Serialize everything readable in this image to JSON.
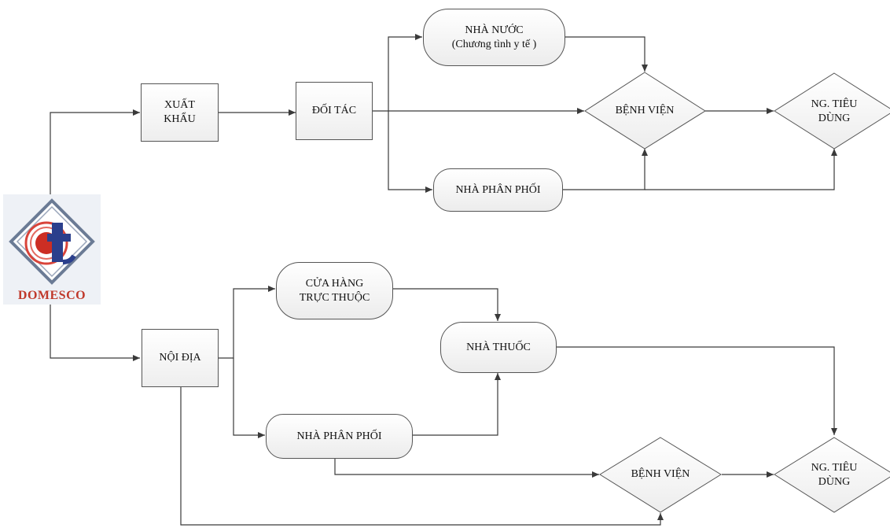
{
  "logo": {
    "name": "DOMESCO",
    "icon": "domesco-logo-icon",
    "brand_color": "#c0392b"
  },
  "nodes": {
    "xuat_khau": [
      "XUẤT",
      "KHẨU"
    ],
    "doi_tac": "ĐỐI TÁC",
    "nha_nuoc": [
      "NHÀ NƯỚC",
      "(Chương tình y tế )"
    ],
    "benh_vien_top": "BỆNH VIỆN",
    "ng_tieu_dung_top": [
      "NG. TIÊU",
      "DÙNG"
    ],
    "nha_phan_phoi_top": "NHÀ PHÂN PHỐI",
    "noi_dia": "NỘI ĐỊA",
    "cua_hang": [
      "CỬA HÀNG",
      "TRỰC THUỘC"
    ],
    "nha_thuoc": "NHÀ THUỐC",
    "nha_phan_phoi_bottom": "NHÀ PHÂN PHỐI",
    "benh_vien_bottom": "BỆNH VIỆN",
    "ng_tieu_dung_bottom": [
      "NG. TIÊU",
      "DÙNG"
    ]
  },
  "colors": {
    "line": "#3a3a3a",
    "border": "#555555"
  }
}
